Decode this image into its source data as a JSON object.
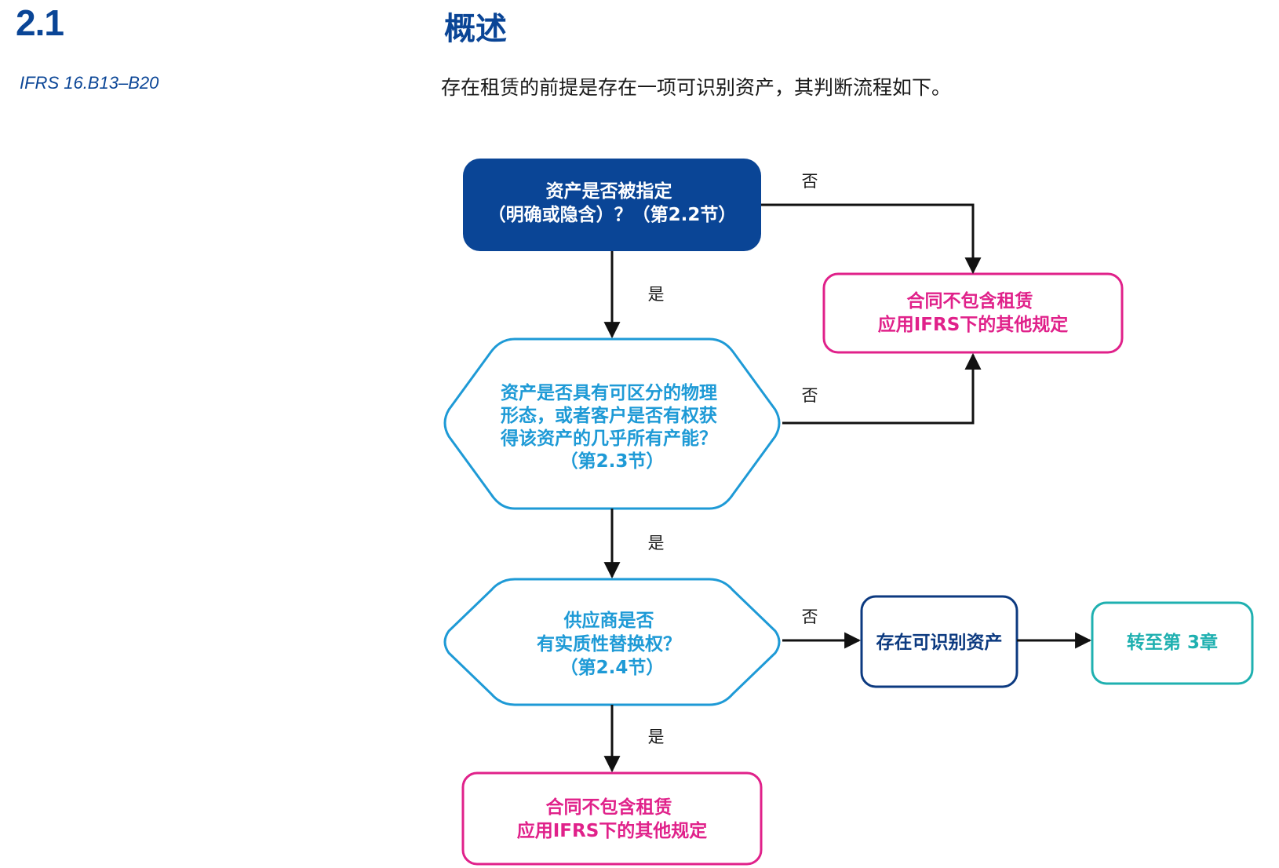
{
  "header": {
    "section_number": "2.1",
    "section_title": "概述",
    "reference": "IFRS 16.B13–B20",
    "intro": "存在租赁的前提是存在一项可识别资产，其判断流程如下。"
  },
  "colors": {
    "dark_blue": "#0a4596",
    "light_blue": "#1e9ad6",
    "magenta": "#e0218a",
    "teal": "#1fb0b0",
    "navy": "#0c3a80"
  },
  "flowchart": {
    "q1": {
      "lines": [
        "资产是否被指定",
        "（明确或隐含）？（第2.2节）"
      ]
    },
    "q2": {
      "lines": [
        "资产是否具有可区分的物理",
        "形态，或者客户是否有权获",
        "得该资产的几乎所有产能？",
        "（第2.3节）"
      ]
    },
    "q3": {
      "lines": [
        "供应商是否",
        "有实质性替换权？",
        "（第2.4节）"
      ]
    },
    "no_lease_right": {
      "lines": [
        "合同不包含租赁",
        "应用IFRS下的其他规定"
      ]
    },
    "no_lease_bottom": {
      "lines": [
        "合同不包含租赁",
        "应用IFRS下的其他规定"
      ]
    },
    "identified_asset": {
      "lines": [
        "存在可识别资产"
      ]
    },
    "go_to_chapter": {
      "lines": [
        "转至第 3章"
      ]
    },
    "edge_labels": {
      "q1_no": "否",
      "q1_yes": "是",
      "q2_no": "否",
      "q2_yes": "是",
      "q3_no": "否",
      "q3_yes": "是"
    }
  }
}
